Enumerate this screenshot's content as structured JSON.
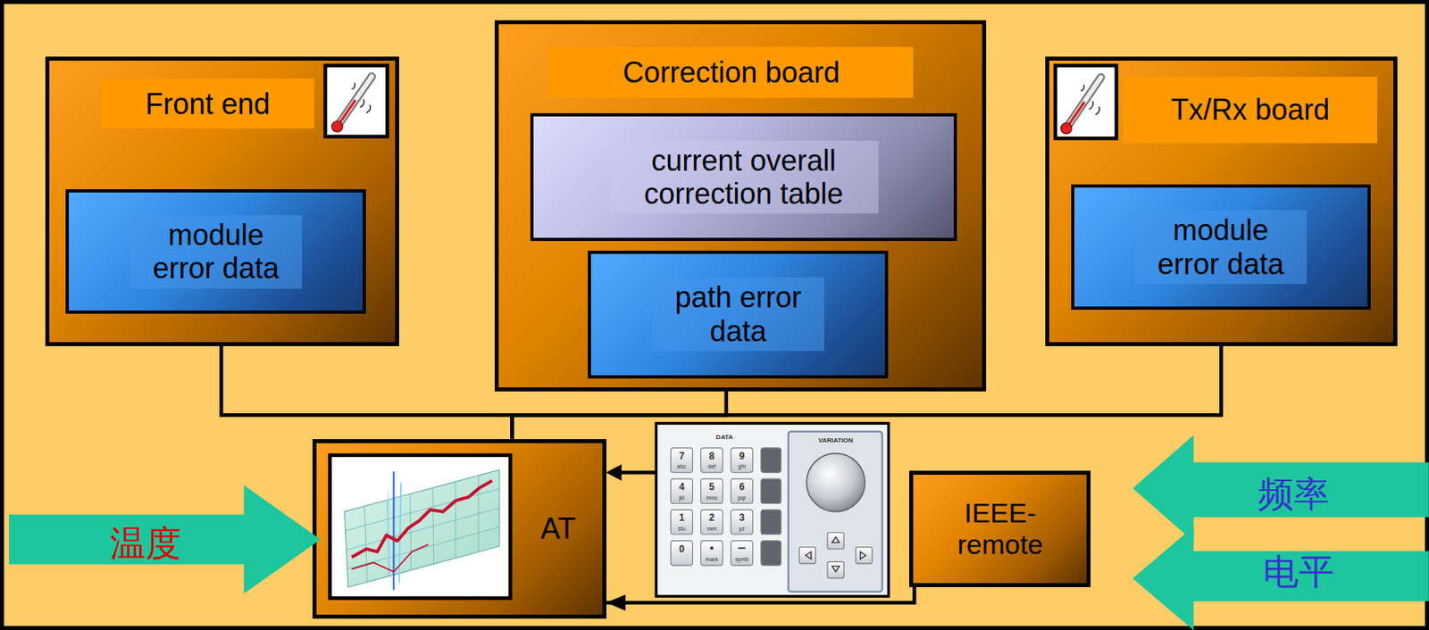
{
  "diagram": {
    "nodes": [
      {
        "text": [
          "Front end"
        ]
      },
      {
        "text": [
          "module error data"
        ],
        "in": 0
      },
      {
        "text": [
          "Correction board"
        ]
      },
      {
        "text": [
          "current overall correction table"
        ],
        "in": 2
      },
      {
        "text": [
          "path error data"
        ],
        "in": 2
      },
      {
        "text": [
          "Tx/Rx board"
        ]
      },
      {
        "text": [
          "module error data"
        ],
        "in": 5
      },
      {
        "text": [
          "AT"
        ]
      },
      {
        "text": [
          "IEEE- remote"
        ]
      },
      {
        "text": [
          "温度"
        ]
      },
      {
        "text": [
          "频率"
        ]
      },
      {
        "text": [
          "电平"
        ]
      }
    ],
    "edges": [
      {
        "from": 0,
        "to": 7,
        "arrow": "none"
      },
      {
        "from": 2,
        "to": 7,
        "arrow": "none"
      },
      {
        "from": 5,
        "to": 7,
        "arrow": "none"
      },
      {
        "from": 8,
        "to": 7,
        "arrow": "to"
      }
    ],
    "labels": [
      "DATA",
      "VARIATION",
      "7",
      "abc",
      "8",
      "def",
      "9",
      "ghi",
      "4",
      "jkl",
      "5",
      "mno",
      "6",
      "pqr",
      "1",
      "stu",
      "2",
      "vwx",
      "3",
      "yz",
      "0",
      "mark",
      "symb"
    ]
  }
}
